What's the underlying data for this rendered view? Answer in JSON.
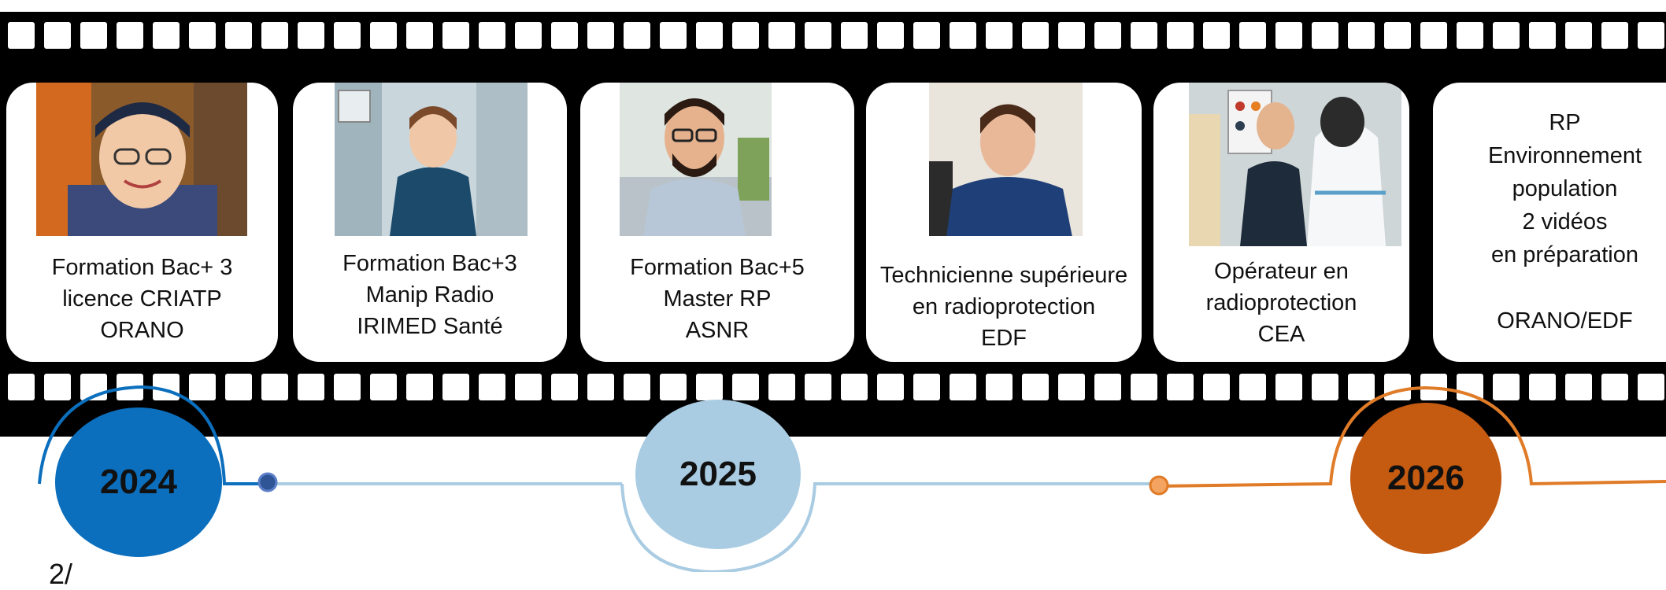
{
  "colors": {
    "film": "#000000",
    "year_2024": "#0b6fbd",
    "year_2025": "#a9cce3",
    "year_2026": "#c55a11",
    "line_blue": "#a9cce3",
    "line_orange": "#e07b27",
    "dot_blue": "#2f5597",
    "dot_orange": "#f4a460"
  },
  "cards": [
    {
      "lines": [
        "Formation Bac+ 3",
        "licence CRIATP",
        "ORANO"
      ],
      "photo": "person-orano-helmet"
    },
    {
      "lines": [
        "Formation Bac+3",
        "Manip Radio",
        "IRIMED Santé"
      ],
      "photo": "person-hospital"
    },
    {
      "lines": [
        "Formation Bac+5",
        "Master RP",
        "ASNR"
      ],
      "photo": "person-office"
    },
    {
      "lines": [
        "Technicienne supérieure",
        "en radioprotection",
        "EDF"
      ],
      "photo": "person-edf"
    },
    {
      "lines": [
        "Opérateur en",
        "radioprotection",
        "CEA"
      ],
      "photo": "persons-protective-suit"
    },
    {
      "lines": [
        "RP",
        "Environnement",
        "population",
        "2 vidéos",
        "en préparation",
        "",
        "ORANO/EDF"
      ],
      "photo": ""
    }
  ],
  "years": [
    "2024",
    "2025",
    "2026"
  ],
  "bottom_glyph": "2/"
}
